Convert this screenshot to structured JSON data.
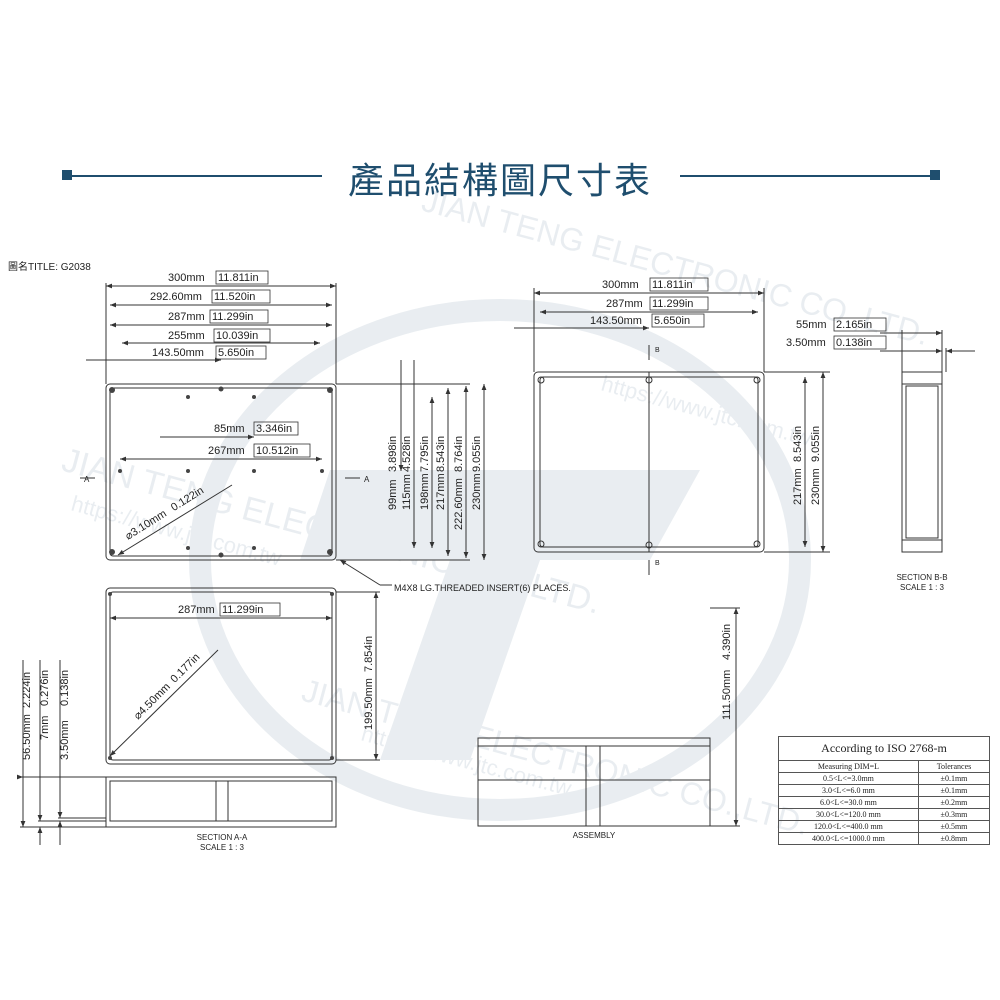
{
  "page": {
    "title": "產品結構圖尺寸表",
    "drawing_title": "圖名TITLE: G2038",
    "accent_color": "#1f4e6e",
    "line_color": "#333333"
  },
  "watermark": {
    "line1": "JIAN TENG ELECTRONIC CO.,LTD.",
    "line2": "https://www.jtc.com.tw"
  },
  "top_view": {
    "dim_300": "300mm",
    "dim_300_in": "11.811in",
    "dim_292": "292.60mm",
    "dim_292_in": "11.520in",
    "dim_287": "287mm",
    "dim_287_in": "11.299in",
    "dim_255": "255mm",
    "dim_255_in": "10.039in",
    "dim_143": "143.50mm",
    "dim_143_in": "5.650in",
    "dim_85": "85mm",
    "dim_85_in": "3.346in",
    "dim_267": "267mm",
    "dim_267_in": "10.512in",
    "dim_hole": "⌀3.10mm",
    "dim_hole_in": "0.122in",
    "v99": "99mm",
    "v99_in": "3.898in",
    "v115": "115mm",
    "v115_in": "4.528in",
    "v198": "198mm",
    "v198_in": "7.795in",
    "v217": "217mm",
    "v217_in": "8.543in",
    "v222": "222.60mm",
    "v222_in": "8.764in",
    "v230": "230mm",
    "v230_in": "9.055in",
    "section_mark": "A",
    "insert_note": "M4X8 LG.THREADED INSERT(6) PLACES."
  },
  "bottom_view": {
    "dim_287": "287mm",
    "dim_287_in": "11.299in",
    "dim_hole": "⌀4.50mm",
    "dim_hole_in": "0.177in",
    "v199": "199.50mm",
    "v199_in": "7.854in"
  },
  "section_a": {
    "h56": "56.50mm",
    "h56_in": "2.224in",
    "h7": "7mm",
    "h7_in": "0.276in",
    "h3": "3.50mm",
    "h3_in": "0.138in",
    "label": "SECTION A-A",
    "scale": "SCALE 1 : 3"
  },
  "right_top_view": {
    "dim_300": "300mm",
    "dim_300_in": "11.811in",
    "dim_287": "287mm",
    "dim_287_in": "11.299in",
    "dim_143": "143.50mm",
    "dim_143_in": "5.650in",
    "v217": "217mm",
    "v217_in": "8.543in",
    "v230": "230mm",
    "v230_in": "9.055in",
    "section_mark": "B"
  },
  "section_b": {
    "d55": "55mm",
    "d55_in": "2.165in",
    "d3": "3.50mm",
    "d3_in": "0.138in",
    "label": "SECTION B-B",
    "scale": "SCALE 1 : 3"
  },
  "assembly": {
    "h111": "111.50mm",
    "h111_in": "4.390in",
    "label": "ASSEMBLY"
  },
  "tolerance_table": {
    "caption": "According to ISO 2768-m",
    "headers": [
      "Measuring  DIM=L",
      "Tolerances"
    ],
    "rows": [
      [
        "0.5<L<=3.0mm",
        "±0.1mm"
      ],
      [
        "3.0<L<=6.0 mm",
        "±0.1mm"
      ],
      [
        "6.0<L<=30.0 mm",
        "±0.2mm"
      ],
      [
        "30.0<L<=120.0 mm",
        "±0.3mm"
      ],
      [
        "120.0<L<=400.0 mm",
        "±0.5mm"
      ],
      [
        "400.0<L<=1000.0 mm",
        "±0.8mm"
      ]
    ]
  }
}
